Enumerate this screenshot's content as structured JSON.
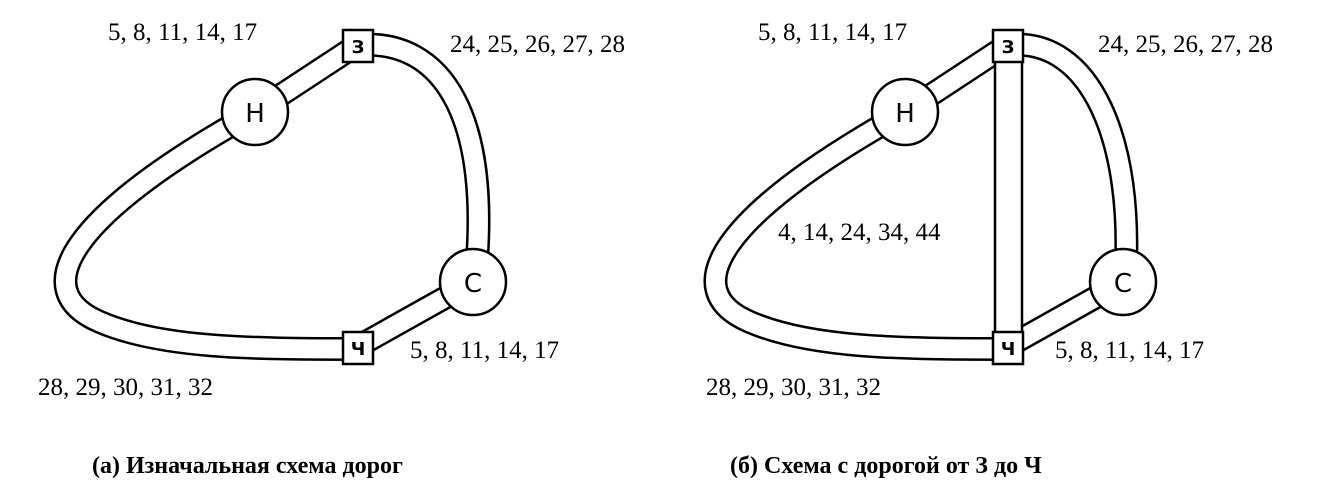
{
  "panels": [
    {
      "caption": "(а) Изначальная схема дорог",
      "nodes": {
        "n": "Н",
        "z": "З",
        "s": "С",
        "ch": "Ч"
      },
      "labels": {
        "n_z": "5, 8, 11, 14, 17",
        "z_s": "24, 25, 26, 27, 28",
        "s_ch": "5, 8, 11, 14, 17",
        "ch_n": "28, 29, 30, 31, 32"
      }
    },
    {
      "caption": "(б) Схема с дорогой от З до Ч",
      "nodes": {
        "n": "Н",
        "z": "З",
        "s": "С",
        "ch": "Ч"
      },
      "labels": {
        "n_z": "5, 8, 11, 14, 17",
        "z_s": "24, 25, 26, 27, 28",
        "s_ch": "5, 8, 11, 14, 17",
        "ch_n": "28, 29, 30, 31, 32",
        "z_ch": "4, 14, 24, 34, 44"
      }
    }
  ]
}
